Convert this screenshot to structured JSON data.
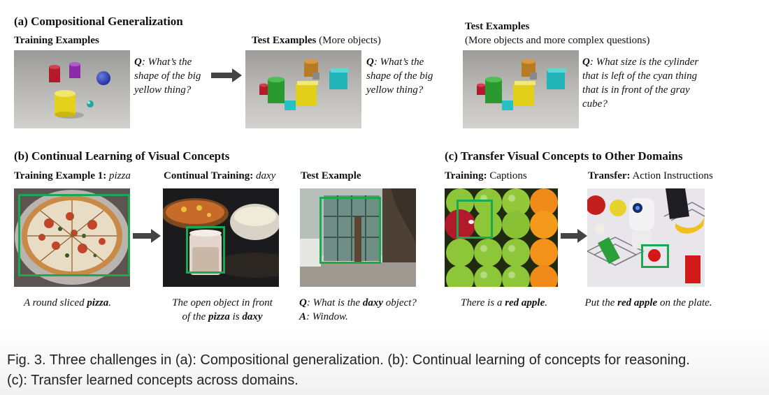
{
  "panel_a": {
    "title": "(a) Compositional Generalization",
    "training_label": "Training Examples",
    "test1_label_bold": "Test Examples",
    "test1_label_rest": " (More objects)",
    "test2_label_bold": "Test Examples",
    "test2_label_sub": "(More objects and more complex questions)",
    "q_prefix": "Q",
    "q1": ": What’s the shape of the big yellow thing?",
    "q2": ": What’s the shape of the big yellow thing?",
    "q3": ": What size is the cylinder that is left of the cyan thing that is in front of the gray cube?"
  },
  "panel_b": {
    "title": "(b) Continual Learning of Visual Concepts",
    "train_label_bold": "Training Example 1:",
    "train_label_it": "pizza",
    "cont_label_bold": "Continual Training:",
    "cont_label_it": "daxy",
    "test_label": "Test Example",
    "cap1_pre": "A round sliced ",
    "cap1_key": "pizza",
    "cap1_post": ".",
    "cap2_line1": "The open object in front",
    "cap2_pre": "of the ",
    "cap2_key1": "pizza",
    "cap2_mid": " is ",
    "cap2_key2": "daxy",
    "cap3_q": "Q",
    "cap3_q_pre": ": What is the ",
    "cap3_q_key": "daxy",
    "cap3_q_post": " object?",
    "cap3_a": "A",
    "cap3_a_text": ": Window."
  },
  "panel_c": {
    "title": "(c) Transfer Visual Concepts to Other Domains",
    "train_label_bold": "Training:",
    "train_label_rest": " Captions",
    "transfer_label_bold": "Transfer:",
    "transfer_label_rest": " Action Instructions",
    "cap1_pre": "There is a ",
    "cap1_key": "red apple",
    "cap1_post": ".",
    "cap2_pre": "Put the ",
    "cap2_key": "red apple",
    "cap2_post": " on the plate."
  },
  "figure_caption": {
    "line1": "Fig. 3.  Three challenges in (a): Compositional generalization. (b): Continual learning of concepts for reasoning.",
    "line2": "(c): Transfer learned concepts across domains."
  }
}
